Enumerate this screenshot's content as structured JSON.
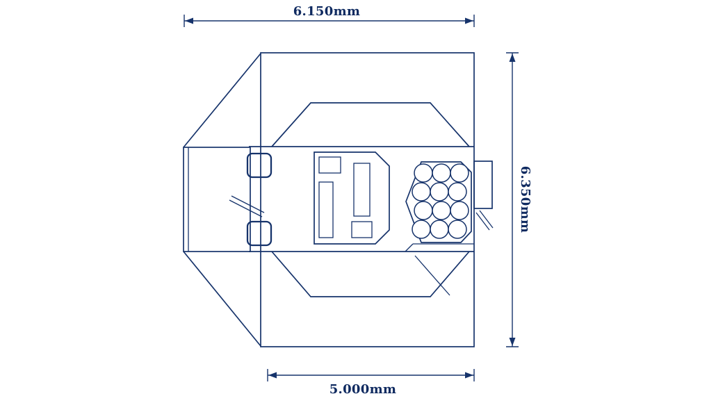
{
  "drawing": {
    "background_color": "#ffffff",
    "line_color": "#16336b",
    "text_color": "#0f2a60"
  },
  "dimensions": {
    "top": {
      "label": "6.150mm"
    },
    "right": {
      "label": "6.350mm"
    },
    "bottom": {
      "label": "5.000mm"
    }
  }
}
